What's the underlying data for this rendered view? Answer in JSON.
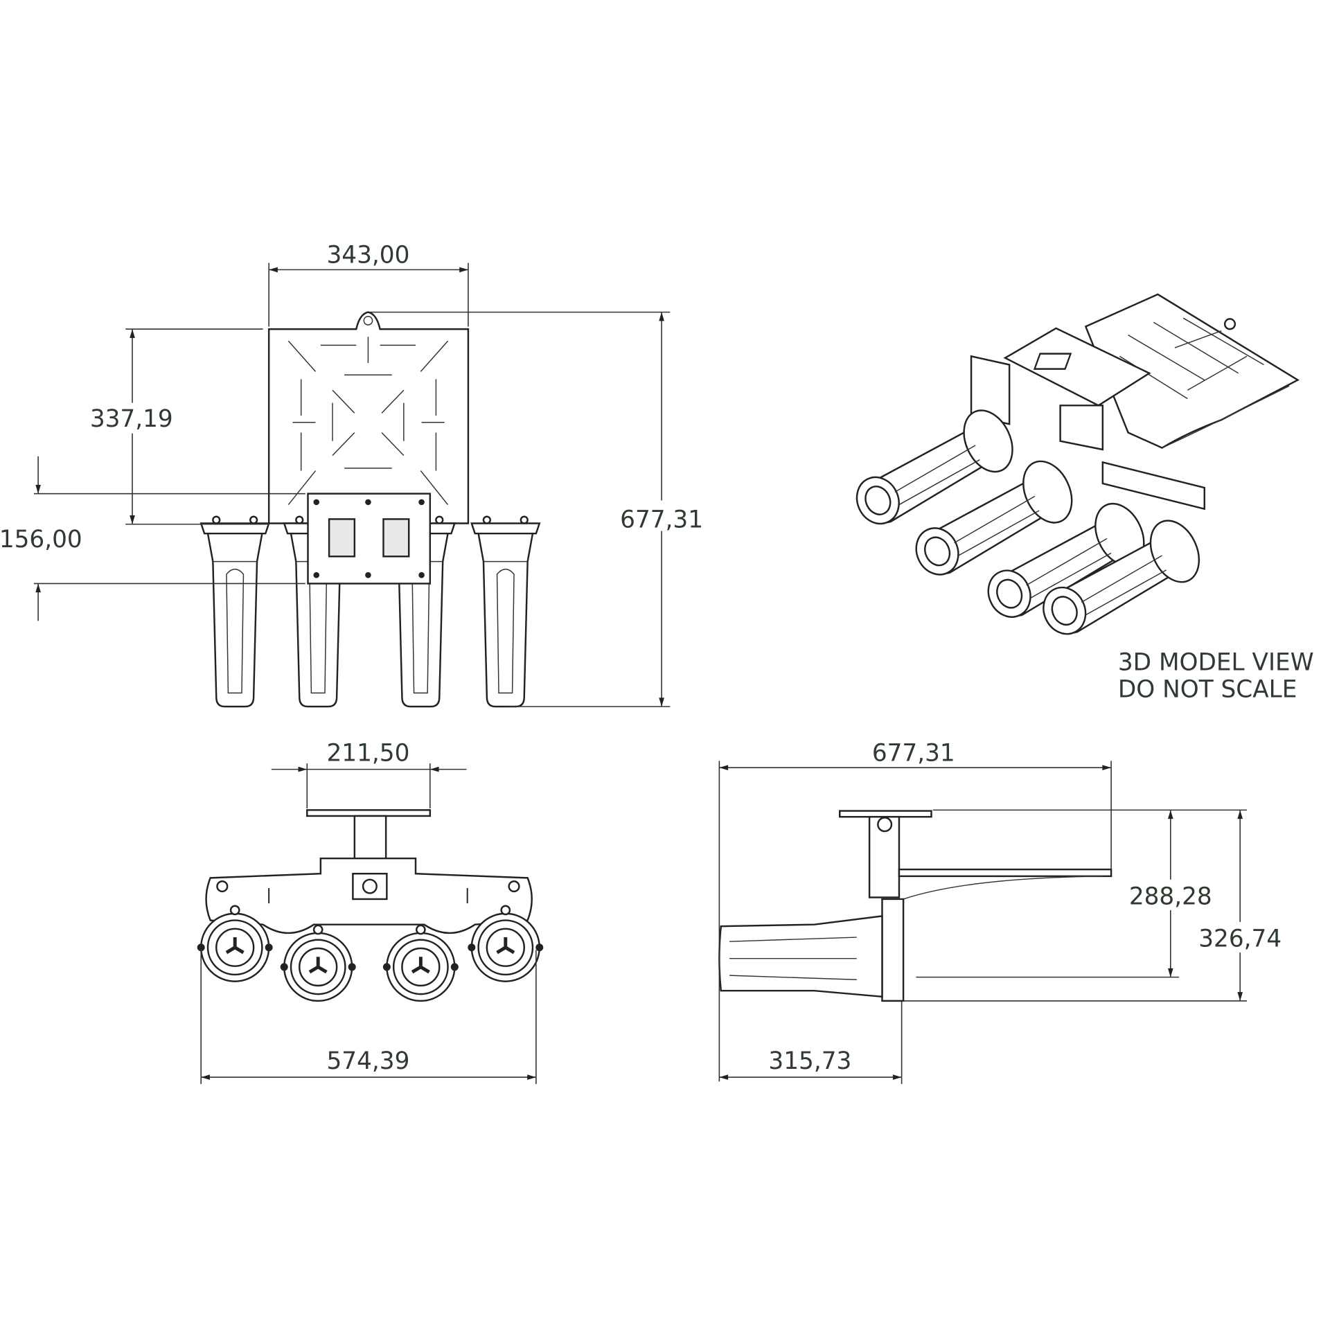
{
  "front_view": {
    "width_dim": "343,00",
    "plate_height_dim": "337,19",
    "bracket_height_dim": "156,00",
    "total_height_dim": "677,31"
  },
  "top_view": {
    "plate_width_dim": "211,50",
    "total_width_dim": "574,39"
  },
  "side_view": {
    "total_depth_dim": "677,31",
    "height_dim_1": "288,28",
    "height_dim_2": "326,74",
    "tube_length_dim": "315,73"
  },
  "iso_view": {
    "label_line1": "3D MODEL VIEW",
    "label_line2": "DO NOT SCALE"
  }
}
